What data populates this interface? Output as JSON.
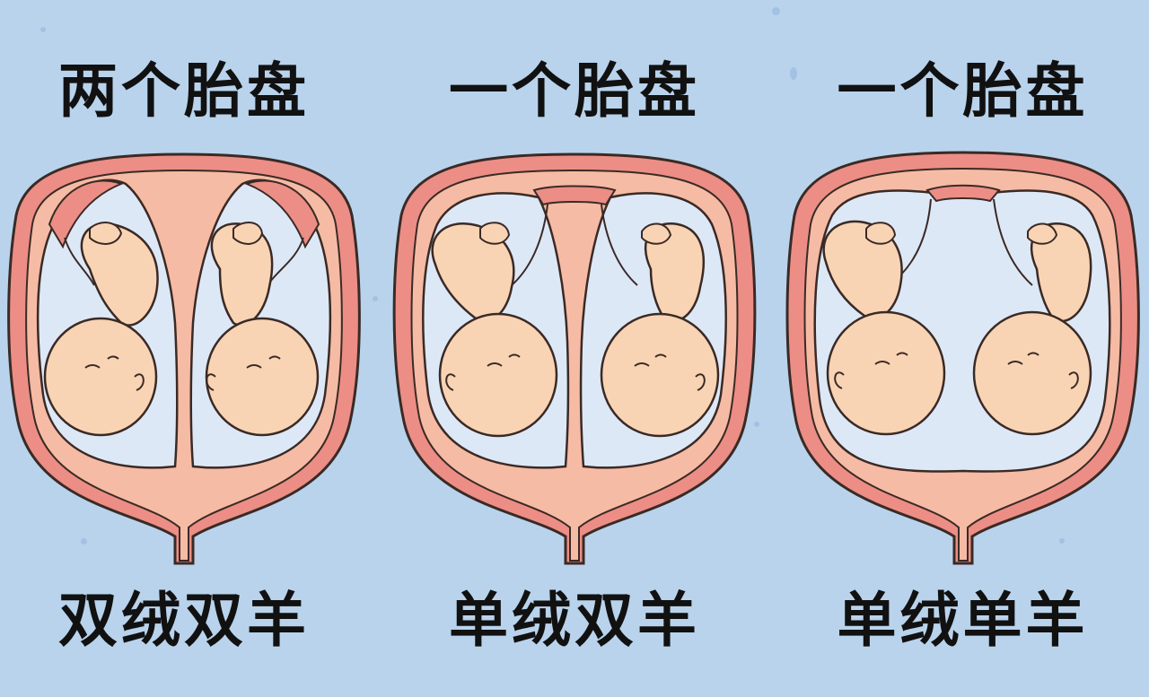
{
  "panels": [
    {
      "title": "两个胎盘",
      "caption": "双绒双羊"
    },
    {
      "title": "一个胎盘",
      "caption": "单绒双羊"
    },
    {
      "title": "一个胎盘",
      "caption": "单绒单羊"
    }
  ],
  "colors": {
    "background": "#b9d3ec",
    "uterus_wall": "#ec8e86",
    "placenta": "#f6bba4",
    "amniotic_sac": "#dde8f7",
    "fetus_skin": "#f9d4b4",
    "outline": "#3a2a25"
  }
}
